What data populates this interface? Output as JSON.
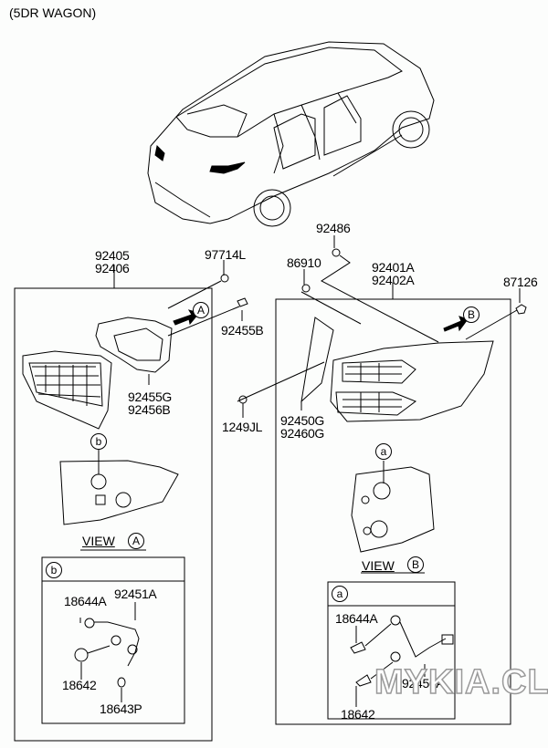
{
  "title": "(5DR WAGON)",
  "watermark": "MYKIA.CLUB",
  "parts": {
    "p92405": "92405",
    "p92406": "92406",
    "p97714L": "97714L",
    "p92455B": "92455B",
    "p92455G": "92455G",
    "p92456B": "92456B",
    "p1249JL": "1249JL",
    "p92486": "92486",
    "p86910": "86910",
    "p92401A": "92401A",
    "p92402A": "92402A",
    "p87126": "87126",
    "p92450G": "92450G",
    "p92460G": "92460G"
  },
  "callouts": {
    "A": "A",
    "B": "B",
    "a": "a",
    "b": "b"
  },
  "views": {
    "left": "VIEW",
    "right": "VIEW"
  },
  "detail_b": {
    "tag": "b",
    "parts": {
      "bulb_small": "18644A",
      "harness": "92451A",
      "bulb_large": "18642",
      "bulb_mini": "18643P"
    }
  },
  "detail_a": {
    "tag": "a",
    "parts": {
      "bulb_small": "18644A",
      "harness": "92450A",
      "bulb_large": "18642"
    }
  }
}
